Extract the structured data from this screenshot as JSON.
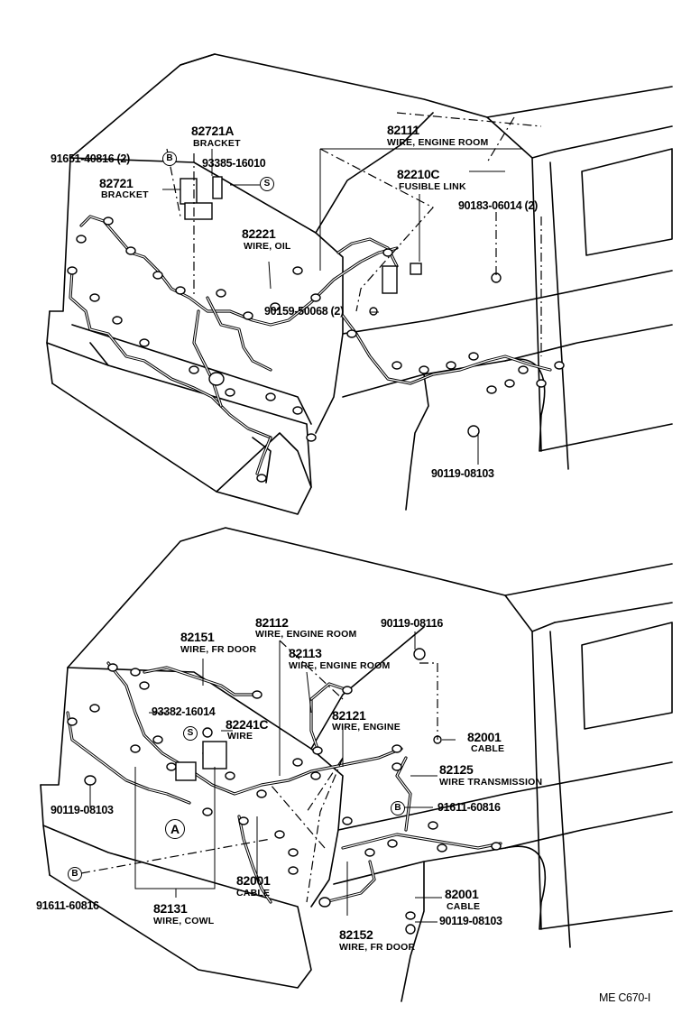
{
  "parts": [
    {
      "id": "p82721A",
      "number": "82721A",
      "desc": "BRACKET"
    },
    {
      "id": "p91651",
      "number": "91651-40816 (2)",
      "desc": ""
    },
    {
      "id": "p82721",
      "number": "82721",
      "desc": "BRACKET"
    },
    {
      "id": "p93385",
      "number": "93385-16010",
      "desc": ""
    },
    {
      "id": "p82111",
      "number": "82111",
      "desc": "WIRE, ENGINE ROOM"
    },
    {
      "id": "p82210C",
      "number": "82210C",
      "desc": "FUSIBLE LINK"
    },
    {
      "id": "p90183",
      "number": "90183-06014 (2)",
      "desc": ""
    },
    {
      "id": "p82221",
      "number": "82221",
      "desc": "WIRE, OIL"
    },
    {
      "id": "p90159",
      "number": "90159-50068 (2)",
      "desc": ""
    },
    {
      "id": "p90119a",
      "number": "90119-08103",
      "desc": ""
    },
    {
      "id": "p82112",
      "number": "82112",
      "desc": "WIRE, ENGINE ROOM"
    },
    {
      "id": "p82151",
      "number": "82151",
      "desc": "WIRE, FR DOOR"
    },
    {
      "id": "p90119b",
      "number": "90119-08116",
      "desc": ""
    },
    {
      "id": "p82113",
      "number": "82113",
      "desc": "WIRE, ENGINE ROOM"
    },
    {
      "id": "p93382",
      "number": "93382-16014",
      "desc": ""
    },
    {
      "id": "p82241C",
      "number": "82241C",
      "desc": "WIRE"
    },
    {
      "id": "p82121",
      "number": "82121",
      "desc": "WIRE, ENGINE"
    },
    {
      "id": "p82001a",
      "number": "82001",
      "desc": "CABLE"
    },
    {
      "id": "p82125",
      "number": "82125",
      "desc": "WIRE TRANSMISSION"
    },
    {
      "id": "p91611a",
      "number": "91611-60816",
      "desc": ""
    },
    {
      "id": "p90119c",
      "number": "90119-08103",
      "desc": ""
    },
    {
      "id": "p82001b",
      "number": "82001",
      "desc": "CABLE"
    },
    {
      "id": "p82001c",
      "number": "82001",
      "desc": "CABLE"
    },
    {
      "id": "p91611b",
      "number": "91611-60816",
      "desc": ""
    },
    {
      "id": "p82131",
      "number": "82131",
      "desc": "WIRE, COWL"
    },
    {
      "id": "p90119d",
      "number": "90119-08103",
      "desc": ""
    },
    {
      "id": "p82152",
      "number": "82152",
      "desc": "WIRE, FR DOOR"
    }
  ],
  "symbols": {
    "b": "B",
    "s": "S",
    "a": "A"
  },
  "diagram_code": "ME  C670-I"
}
